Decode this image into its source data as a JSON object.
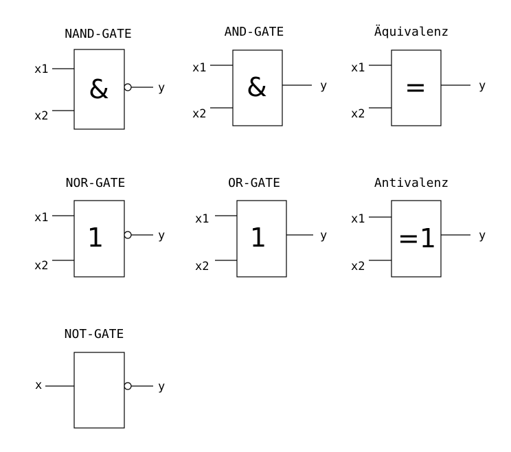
{
  "gates": [
    {
      "id": "nand",
      "title": "NAND-GATE",
      "symbol": "&",
      "inputs": [
        "x1",
        "x2"
      ],
      "output": "y",
      "inverted": true
    },
    {
      "id": "and",
      "title": "AND-GATE",
      "symbol": "&",
      "inputs": [
        "x1",
        "x2"
      ],
      "output": "y",
      "inverted": false
    },
    {
      "id": "aequivalenz",
      "title": "Äquivalenz",
      "symbol": "=",
      "inputs": [
        "x1",
        "x2"
      ],
      "output": "y",
      "inverted": false
    },
    {
      "id": "nor",
      "title": "NOR-GATE",
      "symbol": "1",
      "inputs": [
        "x1",
        "x2"
      ],
      "output": "y",
      "inverted": true
    },
    {
      "id": "or",
      "title": "OR-GATE",
      "symbol": "1",
      "inputs": [
        "x1",
        "x2"
      ],
      "output": "y",
      "inverted": false
    },
    {
      "id": "antivalenz",
      "title": "Antivalenz",
      "symbol": "=1",
      "inputs": [
        "x1",
        "x2"
      ],
      "output": "y",
      "inverted": false
    },
    {
      "id": "not",
      "title": "NOT-GATE",
      "symbol": "",
      "inputs": [
        "x"
      ],
      "output": "y",
      "inverted": true
    }
  ]
}
